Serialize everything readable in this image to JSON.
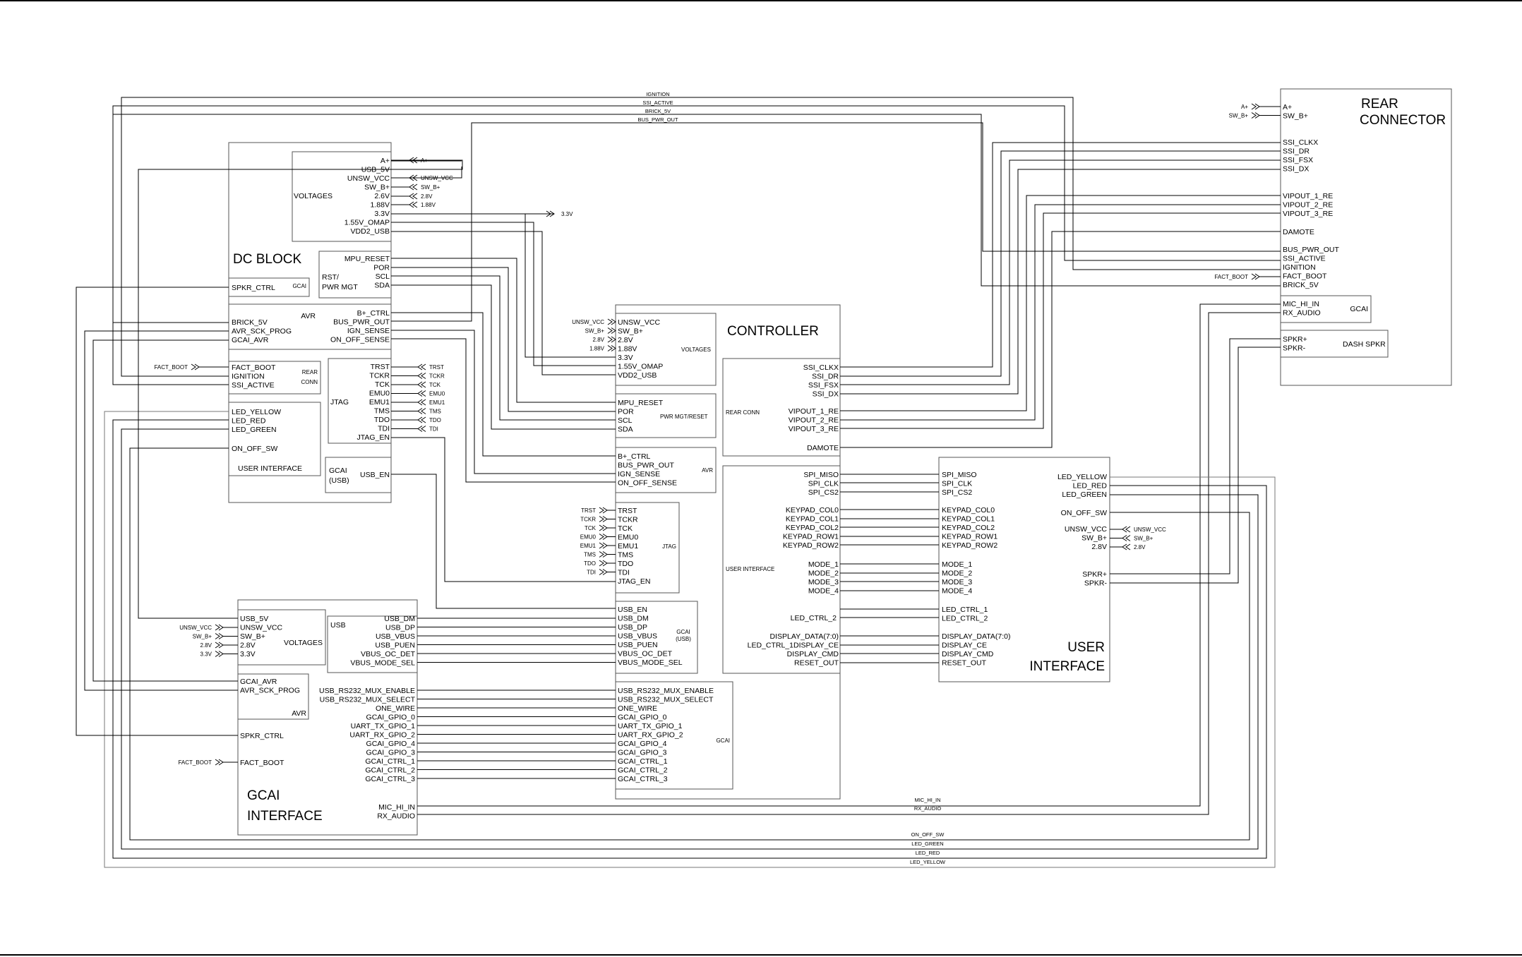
{
  "blocks": {
    "dc": {
      "title": "DC BLOCK",
      "voltages": {
        "title": "VOLTAGES",
        "pins": [
          "A+",
          "USB_5V",
          "UNSW_VCC",
          "SW_B+",
          "2.6V",
          "1.88V",
          "3.3V",
          "1.55V_OMAP",
          "VDD2_USB"
        ]
      },
      "rst": {
        "title1": "RST/",
        "title2": "PWR MGT",
        "pins": [
          "MPU_RESET",
          "POR",
          "SCL",
          "SDA"
        ]
      },
      "gcai": {
        "title": "GCAI",
        "pin": "SPKR_CTRL"
      },
      "avr": {
        "title": "AVR",
        "left_pins": [
          "BRICK_5V",
          "AVR_SCK_PROG",
          "GCAI_AVR"
        ],
        "right_pins": [
          "B+_CTRL",
          "BUS_PWR_OUT",
          "IGN_SENSE",
          "ON_OFF_SENSE"
        ]
      },
      "rear": {
        "title1": "REAR",
        "title2": "CONN",
        "pins": [
          "FACT_BOOT",
          "IGNITION",
          "SSI_ACTIVE"
        ]
      },
      "ui": {
        "title": "USER INTERFACE",
        "pins": [
          "LED_YELLOW",
          "LED_RED",
          "LED_GREEN",
          "ON_OFF_SW"
        ]
      },
      "jtag": {
        "title": "JTAG",
        "pins": [
          "TRST",
          "TCKR",
          "TCK",
          "EMU0",
          "EMU1",
          "TMS",
          "TDO",
          "TDI",
          "JTAG_EN"
        ]
      },
      "gcai_usb": {
        "title1": "GCAI",
        "title2": "(USB)",
        "pin": "USB_EN"
      }
    },
    "controller": {
      "title": "CONTROLLER",
      "voltages": {
        "title": "VOLTAGES",
        "pins": [
          "UNSW_VCC",
          "SW_B+",
          "2.8V",
          "1.88V",
          "3.3V",
          "1.55V_OMAP",
          "VDD2_USB"
        ]
      },
      "pwr": {
        "title": "PWR MGT/RESET",
        "pins": [
          "MPU_RESET",
          "POR",
          "SCL",
          "SDA"
        ]
      },
      "avr": {
        "title": "AVR",
        "pins": [
          "B+_CTRL",
          "BUS_PWR_OUT",
          "IGN_SENSE",
          "ON_OFF_SENSE"
        ]
      },
      "jtag": {
        "title": "JTAG",
        "pins": [
          "TRST",
          "TCKR",
          "TCK",
          "EMU0",
          "EMU1",
          "TMS",
          "TDO",
          "TDI",
          "JTAG_EN"
        ]
      },
      "gcai_usb": {
        "title1": "GCAI",
        "title2": "(USB)",
        "pins": [
          "USB_EN",
          "USB_DM",
          "USB_DP",
          "USB_VBUS",
          "USB_PUEN",
          "VBUS_OC_DET",
          "VBUS_MODE_SEL"
        ]
      },
      "gcai": {
        "title": "GCAI",
        "pins": [
          "USB_RS232_MUX_ENABLE",
          "USB_RS232_MUX_SELECT",
          "ONE_WIRE",
          "GCAI_GPIO_0",
          "UART_TX_GPIO_1",
          "UART_RX_GPIO_2",
          "GCAI_GPIO_4",
          "GCAI_GPIO_3",
          "GCAI_CTRL_1",
          "GCAI_CTRL_2",
          "GCAI_CTRL_3"
        ]
      },
      "rear": {
        "title": "REAR CONN",
        "pins": [
          "SSI_CLKX",
          "SSI_DR",
          "SSI_FSX",
          "SSI_DX",
          "VIPOUT_1_RE",
          "VIPOUT_2_RE",
          "VIPOUT_3_RE",
          "DAMOTE"
        ]
      },
      "ui": {
        "title": "USER INTERFACE",
        "pins1": [
          "SPI_MISO",
          "SPI_CLK",
          "SPI_CS2"
        ],
        "pins2": [
          "KEYPAD_COL0",
          "KEYPAD_COL1",
          "KEYPAD_COL2",
          "KEYPAD_ROW1",
          "KEYPAD_ROW2"
        ],
        "pins3": [
          "MODE_1",
          "MODE_2",
          "MODE_3",
          "MODE_4"
        ],
        "led": "LED_CTRL_2",
        "disp": [
          "DISPLAY_DATA(7:0)",
          "LED_CTRL_1DISPLAY_CE",
          "DISPLAY_CMD",
          "RESET_OUT"
        ]
      }
    },
    "gcai_interface": {
      "title1": "GCAI",
      "title2": "INTERFACE",
      "voltages": {
        "title": "VOLTAGES",
        "pins": [
          "USB_5V",
          "UNSW_VCC",
          "SW_B+",
          "2.8V",
          "3.3V"
        ]
      },
      "usb": {
        "title": "USB",
        "pins": [
          "USB_DM",
          "USB_DP",
          "USB_VBUS",
          "USB_PUEN",
          "VBUS_OC_DET",
          "VBUS_MODE_SEL"
        ]
      },
      "avr": {
        "title": "AVR",
        "pins": [
          "GCAI_AVR",
          "AVR_SCK_PROG"
        ]
      },
      "spkr": "SPKR_CTRL",
      "fact": "FACT_BOOT",
      "gcai_pins": [
        "USB_RS232_MUX_ENABLE",
        "USB_RS232_MUX_SELECT",
        "ONE_WIRE",
        "GCAI_GPIO_0",
        "UART_TX_GPIO_1",
        "UART_RX_GPIO_2",
        "GCAI_GPIO_4",
        "GCAI_GPIO_3",
        "GCAI_CTRL_1",
        "GCAI_CTRL_2",
        "GCAI_CTRL_3"
      ],
      "audio_pins": [
        "MIC_HI_IN",
        "RX_AUDIO"
      ]
    },
    "user_interface": {
      "title1": "USER",
      "title2": "INTERFACE",
      "pins1": [
        "SPI_MISO",
        "SPI_CLK",
        "SPI_CS2"
      ],
      "pins2": [
        "KEYPAD_COL0",
        "KEYPAD_COL1",
        "KEYPAD_COL2",
        "KEYPAD_ROW1",
        "KEYPAD_ROW2"
      ],
      "pins3": [
        "MODE_1",
        "MODE_2",
        "MODE_3",
        "MODE_4"
      ],
      "led": [
        "LED_CTRL_1",
        "LED_CTRL_2"
      ],
      "disp": [
        "DISPLAY_DATA(7:0)",
        "DISPLAY_CE",
        "DISPLAY_CMD",
        "RESET_OUT"
      ],
      "right_pins": [
        "LED_YELLOW",
        "LED_RED",
        "LED_GREEN",
        "ON_OFF_SW",
        "UNSW_VCC",
        "SW_B+",
        "2.8V",
        "SPKR+",
        "SPKR-"
      ]
    },
    "rear_connector": {
      "title1": "REAR",
      "title2": "CONNECTOR",
      "pins1": [
        "A+",
        "SW_B+"
      ],
      "pins2": [
        "SSI_CLKX",
        "SSI_DR",
        "SSI_FSX",
        "SSI_DX"
      ],
      "pins3": [
        "VIPOUT_1_RE",
        "VIPOUT_2_RE",
        "VIPOUT_3_RE",
        "DAMOTE"
      ],
      "pins4": [
        "BUS_PWR_OUT",
        "SSI_ACTIVE",
        "IGNITION",
        "FACT_BOOT",
        "BRICK_5V"
      ],
      "gcai": {
        "title": "GCAI",
        "pins": [
          "MIC_HI_IN",
          "RX_AUDIO"
        ]
      },
      "spkr": {
        "title": "DASH SPKR",
        "pins": [
          "SPKR+",
          "SPKR-"
        ]
      }
    }
  },
  "buses_top": [
    "IGNITION",
    "SSI_ACTIVE",
    "BRICK_5V",
    "BUS_PWR_OUT"
  ],
  "buses_bottom": [
    "MIC_HI_IN",
    "RX_AUDIO",
    "ON_OFF_SW",
    "LED_GREEN",
    "LED_RED",
    "LED_YELLOW"
  ],
  "offpage": {
    "dc_v": [
      "A+",
      "UNSW_VCC",
      "SW_B+",
      "2.8V",
      "1.88V"
    ],
    "dc_33": "3.3V",
    "fact_boot": "FACT_BOOT",
    "jtag": [
      "TRST",
      "TCKR",
      "TCK",
      "EMU0",
      "EMU1",
      "TMS",
      "TDO",
      "TDI"
    ],
    "ctrl_v": [
      "UNSW_VCC",
      "SW_B+",
      "2.8V",
      "1.88V"
    ],
    "gcai_v": [
      "UNSW_VCC",
      "SW_B+",
      "2.8V",
      "3.3V"
    ],
    "ui_v": [
      "UNSW_VCC",
      "SW_B+",
      "2.8V"
    ],
    "rear_in": [
      "A+",
      "SW_B+"
    ],
    "rear_fact": "FACT_BOOT"
  }
}
